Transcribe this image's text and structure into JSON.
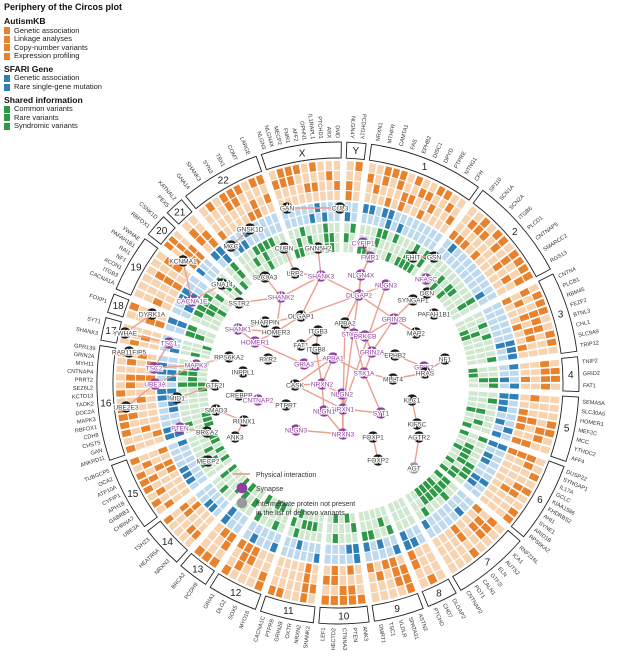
{
  "title": "Periphery of the Circos plot",
  "legend": {
    "groups": [
      {
        "heading": "AutismKB",
        "color": "#e9822d",
        "items": [
          "Genetic association",
          "Linkage analyses",
          "Copy-number variants",
          "Expression profiling"
        ]
      },
      {
        "heading": "SFARI Gene",
        "color": "#2f7fb8",
        "items": [
          "Genetic association",
          "Rare single-gene mutation"
        ]
      },
      {
        "heading": "Shared information",
        "color": "#2e9a48",
        "items": [
          "Common variants",
          "Rare variants",
          "Syndromic variants"
        ]
      }
    ]
  },
  "colors": {
    "orange": "#e9822d",
    "orange_light": "#f7d3b0",
    "blue": "#2f7fb8",
    "blue_light": "#bcd9ee",
    "green": "#2e9a48",
    "green_light": "#cfe8cf",
    "edge": "#eaa08e",
    "synapse": "#8e3fa0",
    "intermediate": "#9a9a9a",
    "node": "#1a1a1a"
  },
  "chromosomes": [
    "1",
    "2",
    "3",
    "4",
    "5",
    "6",
    "7",
    "8",
    "9",
    "10",
    "11",
    "12",
    "13",
    "14",
    "15",
    "16",
    "17",
    "18",
    "19",
    "20",
    "21",
    "22",
    "X",
    "Y"
  ],
  "chromosome_genes": {
    "1": [
      "NRXN1",
      "MTHFR",
      "CAMTA1",
      "FAS",
      "EPHB2",
      "DISC1",
      "DPYD",
      "PTPRE",
      "NTNG1",
      "CFH"
    ],
    "2": [
      "SP110",
      "SCN1A",
      "SCN2A",
      "ITGB6",
      "PLCD1",
      "CNTNAP5",
      "SMARCC2",
      "RGS13"
    ],
    "3": [
      "CNTN4",
      "PLCB1",
      "RBM45",
      "FEZF2",
      "BTNL3",
      "CHL1",
      "SLC9A9",
      "TRIP12"
    ],
    "4": [
      "TNIP2",
      "GRID2",
      "FAT1"
    ],
    "5": [
      "SEMA5A",
      "SLC30A5",
      "HOMER1",
      "MEF2C",
      "MCC",
      "YTHDC2",
      "AFF4"
    ],
    "6": [
      "DUSP22",
      "SYNGAP1",
      "IL17A",
      "GCLC",
      "KIAA1586",
      "KHDRBS2",
      "AHI1",
      "SYNE1",
      "ARID1B",
      "RPS6KA2"
    ],
    "7": [
      "RNF216L",
      "ICA1",
      "AUTS2",
      "ELN",
      "GTF2I",
      "CALN1",
      "POT1",
      "CNTNAP2"
    ],
    "8": [
      "DLGAP2",
      "CHD7",
      "PTCHD"
    ],
    "9": [
      "ASTN2",
      "SPATA31",
      "VLDLR",
      "TSC1",
      "DMRT1"
    ],
    "10": [
      "ANK3",
      "PTEN",
      "CTNNA3",
      "HECTD2",
      "LEF1"
    ],
    "11": [
      "SHANK2",
      "NRXN2",
      "OXTR",
      "GRIN2B",
      "PTPRB",
      "CACNA1C"
    ],
    "12": [
      "MYO16",
      "SOX5",
      "DLG2",
      "GRIA1"
    ],
    "13": [
      "PCDH9",
      "BRCA2"
    ],
    "14": [
      "NRXN3",
      "HEATR5A",
      "TSHZ3"
    ],
    "15": [
      "UBE3A",
      "CHRNA7",
      "GABRB3",
      "APH1B",
      "CYFIP1",
      "ATP10A",
      "OCA2",
      "TUBGCP5"
    ],
    "16": [
      "ANKRD11",
      "GAN",
      "CHST5",
      "CDH8",
      "RBFOX1",
      "MAPK3",
      "DOC2A",
      "TAOK2",
      "KCTD13",
      "SEZ6L2",
      "PRRT2",
      "CNTNAP4",
      "MYH11",
      "GRIN2A",
      "GPR139"
    ],
    "17": [
      "SHANK3",
      "SYT1"
    ],
    "18": [
      "FOXP1"
    ],
    "19": [
      "CACNA1A",
      "ITGB3",
      "ACON1",
      "NF1",
      "RAI1",
      "PAFAH1B1",
      "YWHAE"
    ],
    "20": [
      "RBFOX1",
      "CSNK1D"
    ],
    "21": [
      "PEX5",
      "KATNAL2"
    ],
    "22": [
      "GNA14",
      "SHANK3",
      "SYN3",
      "TBX1",
      "COMT",
      "LARGE"
    ],
    "X": [
      "NLGN3",
      "NLGN4X",
      "MECP2",
      "FMR1",
      "AFF2",
      "OPHN1",
      "IL1RAPL1",
      "PTCHD1",
      "ARX",
      "DMD"
    ],
    "Y": [
      "NLGN4Y",
      "PCDH11Y"
    ]
  },
  "network": {
    "nodes": [
      {
        "id": "CUL3",
        "type": "gene"
      },
      {
        "id": "GAN",
        "type": "gene"
      },
      {
        "id": "GNSK1D",
        "type": "gene"
      },
      {
        "id": "MCC",
        "type": "gene"
      },
      {
        "id": "KCNMA1",
        "type": "gene"
      },
      {
        "id": "GNA14",
        "type": "gene"
      },
      {
        "id": "CACNA1E",
        "type": "synapse"
      },
      {
        "id": "DYRK1A",
        "type": "gene"
      },
      {
        "id": "YWHAE",
        "type": "gene"
      },
      {
        "id": "RAB11FIP5",
        "type": "gene"
      },
      {
        "id": "TSC1",
        "type": "synapse"
      },
      {
        "id": "TSC2",
        "type": "synapse"
      },
      {
        "id": "MAPK3",
        "type": "synapse"
      },
      {
        "id": "UBE3A",
        "type": "synapse"
      },
      {
        "id": "UBE2E3",
        "type": "gene"
      },
      {
        "id": "GTF2I",
        "type": "gene"
      },
      {
        "id": "MID1",
        "type": "gene"
      },
      {
        "id": "RPS6KA2",
        "type": "gene"
      },
      {
        "id": "INPPL1",
        "type": "gene"
      },
      {
        "id": "CUBN",
        "type": "gene"
      },
      {
        "id": "GNN5H2",
        "type": "gene"
      },
      {
        "id": "LRP2",
        "type": "gene"
      },
      {
        "id": "SHANK3",
        "type": "synapse"
      },
      {
        "id": "SLC9A3",
        "type": "gene"
      },
      {
        "id": "SHANK2",
        "type": "synapse"
      },
      {
        "id": "SSTR2",
        "type": "gene"
      },
      {
        "id": "SHARPIN",
        "type": "gene"
      },
      {
        "id": "SHANK1",
        "type": "synapse"
      },
      {
        "id": "HOMER1",
        "type": "synapse"
      },
      {
        "id": "HOMER3",
        "type": "gene"
      },
      {
        "id": "DLGAP1",
        "type": "gene"
      },
      {
        "id": "CYFIP1",
        "type": "synapse"
      },
      {
        "id": "FMR1",
        "type": "synapse"
      },
      {
        "id": "NLGN4X",
        "type": "synapse"
      },
      {
        "id": "DLGAP2",
        "type": "synapse"
      },
      {
        "id": "NLGN3",
        "type": "synapse"
      },
      {
        "id": "ITGB3",
        "type": "gene"
      },
      {
        "id": "APBA2",
        "type": "gene"
      },
      {
        "id": "STXBP1",
        "type": "synapse"
      },
      {
        "id": "FHIT",
        "type": "gene"
      },
      {
        "id": "GSN",
        "type": "gene"
      },
      {
        "id": "NFASC",
        "type": "synapse"
      },
      {
        "id": "SYNGAP1",
        "type": "gene"
      },
      {
        "id": "DCN",
        "type": "gene"
      },
      {
        "id": "PAFAH1B1",
        "type": "gene"
      },
      {
        "id": "GRIN2B",
        "type": "synapse"
      },
      {
        "id": "MAP2",
        "type": "gene"
      },
      {
        "id": "PRKCB",
        "type": "synapse"
      },
      {
        "id": "GRIK2",
        "type": "synapse"
      },
      {
        "id": "GRIN2A",
        "type": "synapse"
      },
      {
        "id": "EPHB2",
        "type": "gene"
      },
      {
        "id": "NF1",
        "type": "gene"
      },
      {
        "id": "HRAS",
        "type": "gene"
      },
      {
        "id": "MLLT4",
        "type": "gene"
      },
      {
        "id": "FAT1",
        "type": "gene"
      },
      {
        "id": "ITGB8",
        "type": "gene"
      },
      {
        "id": "CREBBP",
        "type": "gene"
      },
      {
        "id": "RYR2",
        "type": "gene"
      },
      {
        "id": "GRIA3",
        "type": "synapse"
      },
      {
        "id": "APBA1",
        "type": "synapse"
      },
      {
        "id": "STX1A",
        "type": "synapse"
      },
      {
        "id": "CASK",
        "type": "gene"
      },
      {
        "id": "NRXN2",
        "type": "synapse"
      },
      {
        "id": "NLGN2",
        "type": "synapse"
      },
      {
        "id": "NRXN1",
        "type": "synapse"
      },
      {
        "id": "NLGN1",
        "type": "synapse"
      },
      {
        "id": "SYT1",
        "type": "synapse"
      },
      {
        "id": "PTPRT",
        "type": "gene"
      },
      {
        "id": "CNTNAP2",
        "type": "synapse"
      },
      {
        "id": "SMAD3",
        "type": "gene"
      },
      {
        "id": "RUNX1",
        "type": "gene"
      },
      {
        "id": "ANK3",
        "type": "gene"
      },
      {
        "id": "BRCA2",
        "type": "gene"
      },
      {
        "id": "PTEN",
        "type": "synapse"
      },
      {
        "id": "MECP2",
        "type": "gene"
      },
      {
        "id": "NLGN3B",
        "type": "synapse"
      },
      {
        "id": "NRXN3",
        "type": "synapse"
      },
      {
        "id": "FOXP1",
        "type": "gene"
      },
      {
        "id": "FOXP2",
        "type": "gene"
      },
      {
        "id": "KLC1",
        "type": "gene"
      },
      {
        "id": "KIF5C",
        "type": "gene"
      },
      {
        "id": "AGTR2",
        "type": "gene"
      },
      {
        "id": "AGT",
        "type": "intermediate"
      }
    ],
    "node_labels": {
      "NLGN3B": "NLGN3"
    }
  },
  "network_legend": [
    {
      "kind": "edge",
      "label": "Physical interaction"
    },
    {
      "kind": "synapse",
      "label": "Synapse"
    },
    {
      "kind": "intermediate",
      "label": "Intermediate protein not present in the list of de novo variants"
    }
  ]
}
